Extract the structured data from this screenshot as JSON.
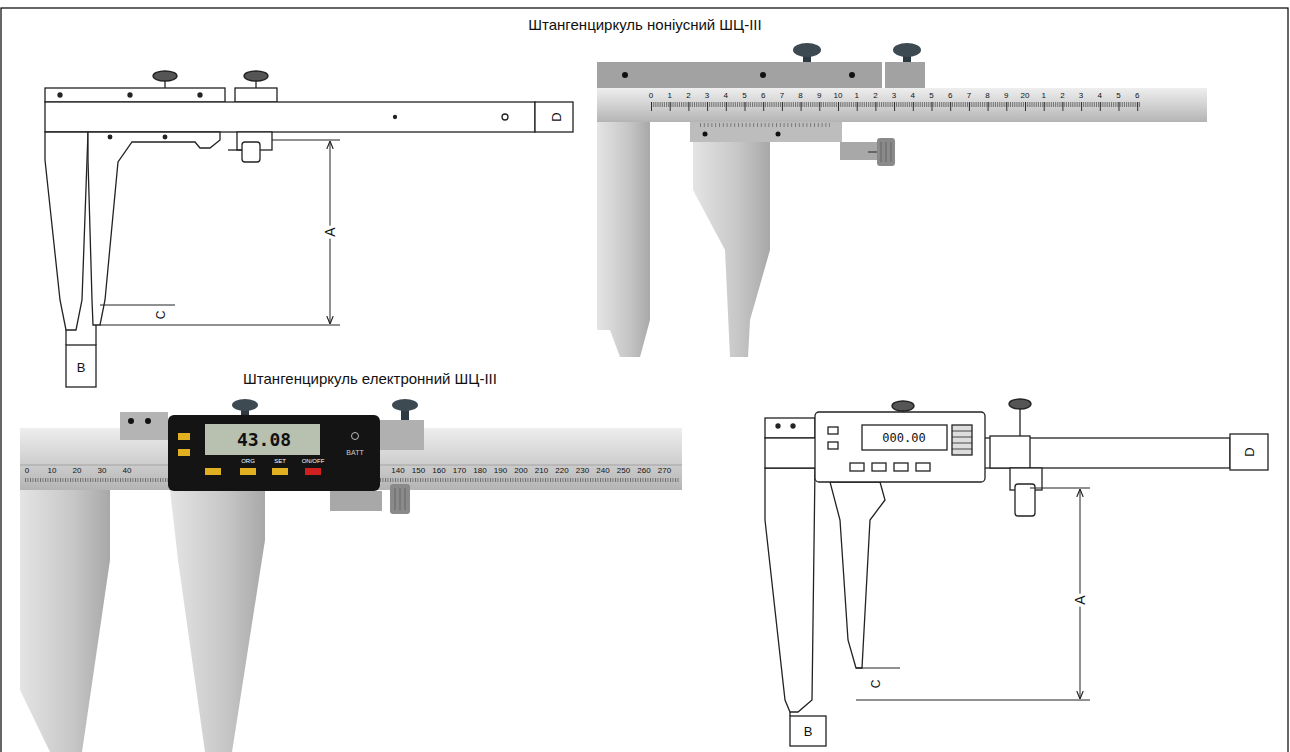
{
  "diagram": {
    "labels": [
      "Штангенциркуль ноніусний ШЦ-III",
      "Штангенциркуль електронний ШЦ-III",
      "D",
      "A",
      "C",
      "B",
      "0",
      "1",
      "2",
      "3",
      "4",
      "5",
      "6",
      "7",
      "8",
      "9",
      "10",
      "1",
      "2",
      "3",
      "4",
      "5",
      "6",
      "7",
      "8",
      "9",
      "20",
      "1",
      "2",
      "3",
      "4",
      "5",
      "6",
      "43.08",
      "BATT",
      "ORG",
      "SET",
      "ON/OFF",
      "0",
      "10",
      "20",
      "30",
      "40",
      "140",
      "150",
      "160",
      "170",
      "180",
      "190",
      "200",
      "210",
      "220",
      "230",
      "240",
      "250",
      "260",
      "270",
      "000.00",
      "D",
      "A",
      "C",
      "B"
    ]
  }
}
